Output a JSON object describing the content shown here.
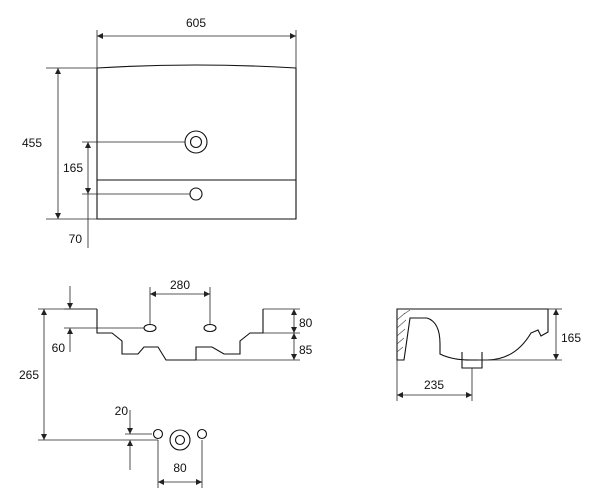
{
  "top_view": {
    "width_label": "605",
    "height_label": "455",
    "tap_offset_label": "165",
    "drain_offset_label": "70"
  },
  "front_view": {
    "hole_spacing_label": "280",
    "rim_height_label": "80",
    "body_height_label": "85",
    "hole_height_label": "60",
    "total_height_label": "265"
  },
  "detail_view": {
    "hole_vertical_label": "20",
    "hole_spacing_label": "80"
  },
  "side_view": {
    "depth_label": "165",
    "drain_distance_label": "235"
  }
}
